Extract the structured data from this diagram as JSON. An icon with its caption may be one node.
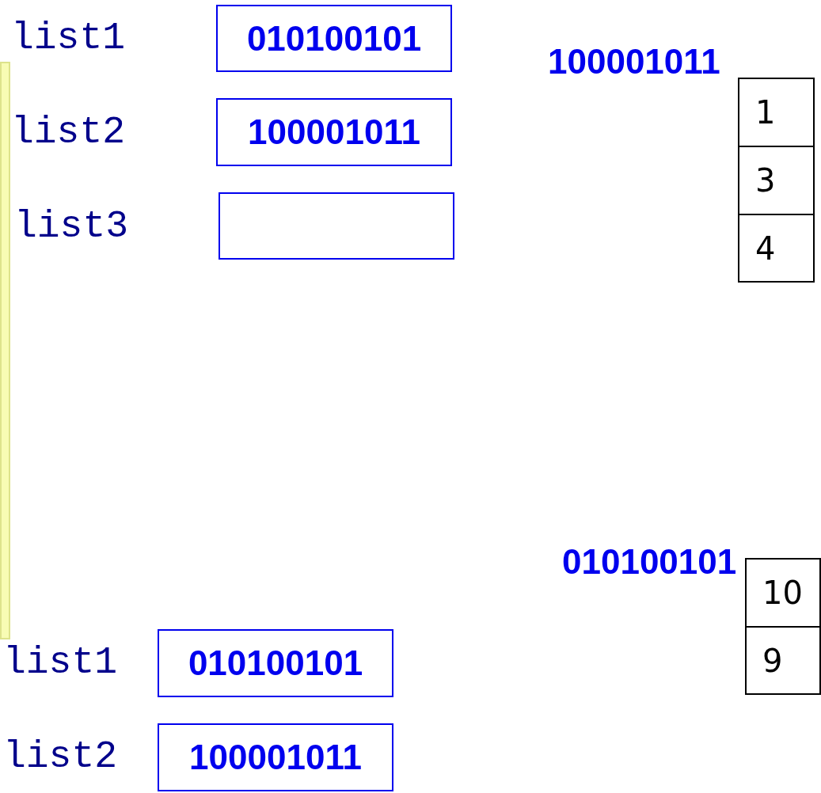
{
  "diagram": {
    "nodes": [
      {
        "text": [
          "010100101"
        ]
      },
      {
        "text": [],
        "shape": "box"
      },
      {
        "text": [
          "100001011"
        ]
      },
      {
        "text": [],
        "shape": "box"
      },
      {
        "text": [
          "1"
        ],
        "beside": [
          "100001011"
        ]
      },
      {
        "text": [
          "3"
        ]
      },
      {
        "text": [
          "4"
        ]
      },
      {
        "text": [
          "10"
        ],
        "beside": [
          "010100101"
        ]
      },
      {
        "text": [
          "9"
        ]
      },
      {
        "text": [
          "010100101"
        ]
      },
      {
        "text": [
          "100001011"
        ]
      }
    ],
    "labels": [
      "list1",
      "list2",
      "list3",
      "list1",
      "list2"
    ]
  }
}
